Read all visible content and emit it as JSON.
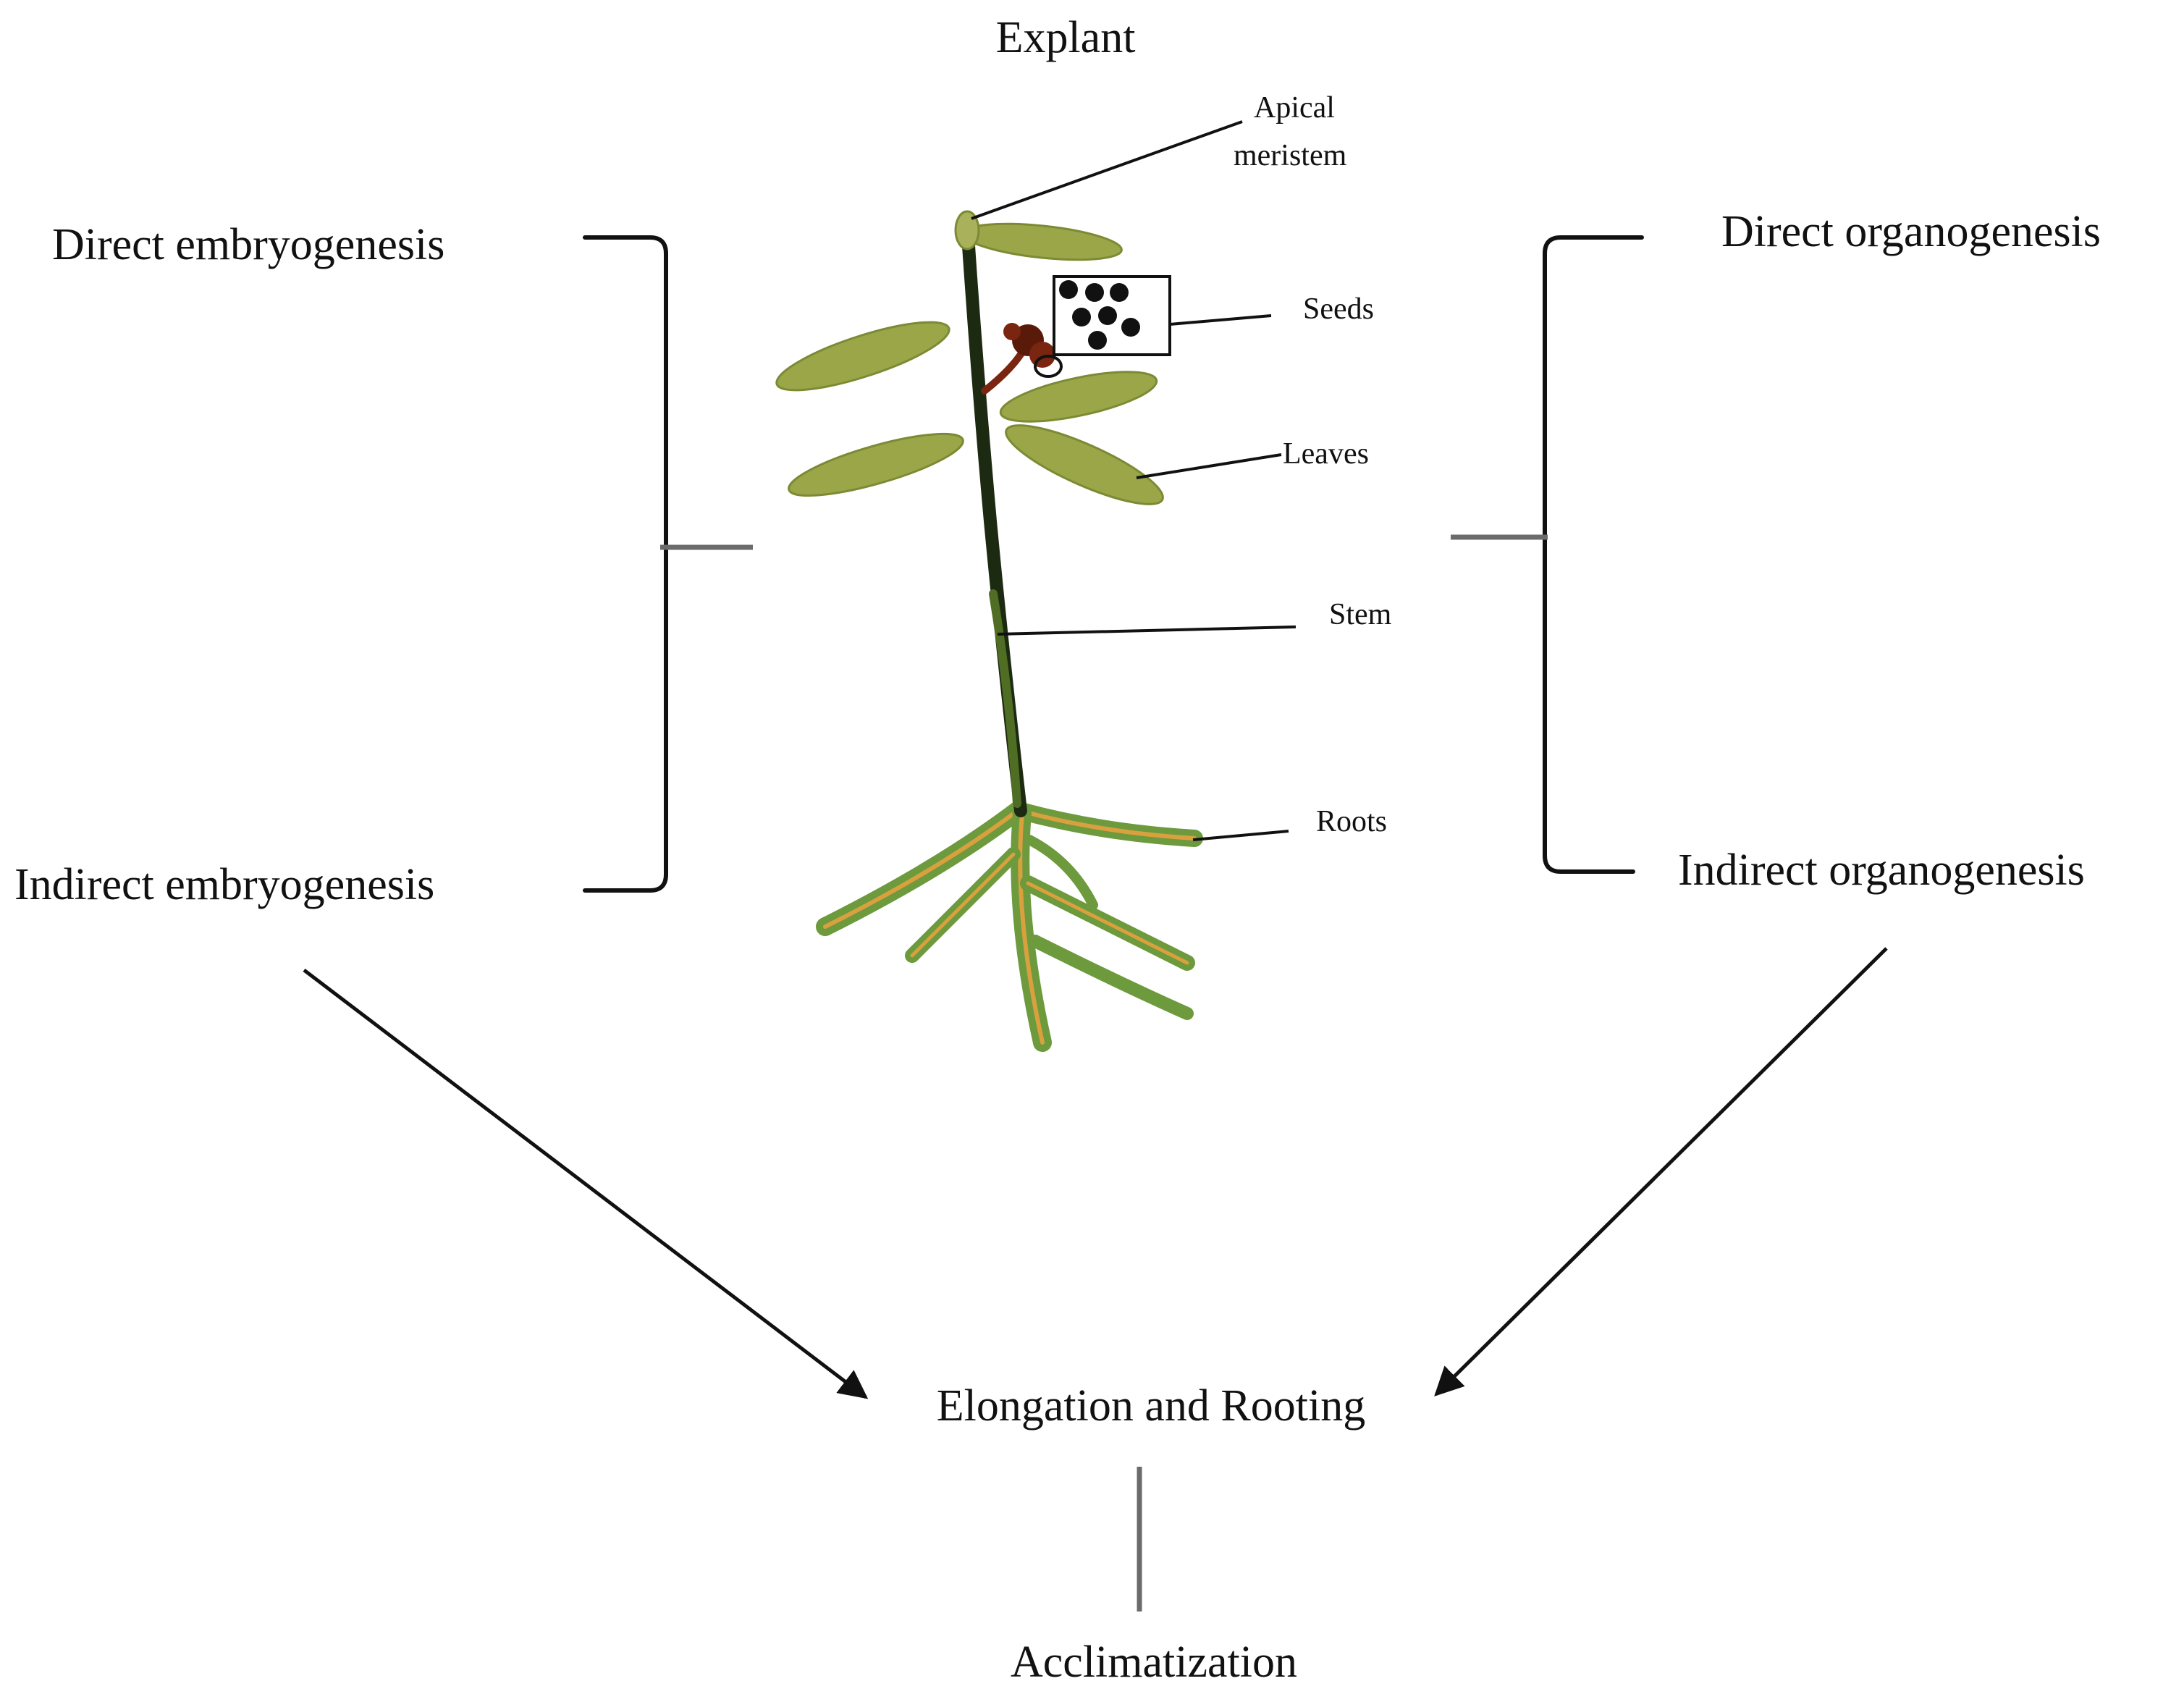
{
  "title": "Explant",
  "left": {
    "top": "Direct embryogenesis",
    "bottom": "Indirect embryogenesis"
  },
  "right": {
    "top": "Direct organogenesis",
    "bottom": "Indirect organogenesis"
  },
  "plant_labels": {
    "apical_line1": "Apical",
    "apical_line2": "meristem",
    "seeds": "Seeds",
    "leaves": "Leaves",
    "stem": "Stem",
    "roots": "Roots"
  },
  "merge": "Elongation and Rooting",
  "final": "Acclimatization",
  "colors": {
    "leaf": "#9aa648",
    "stem": "#1d2a12",
    "root_green": "#6c9a3c",
    "root_orange": "#d9a040",
    "seed": "#111111",
    "flower": "#7a2510"
  }
}
